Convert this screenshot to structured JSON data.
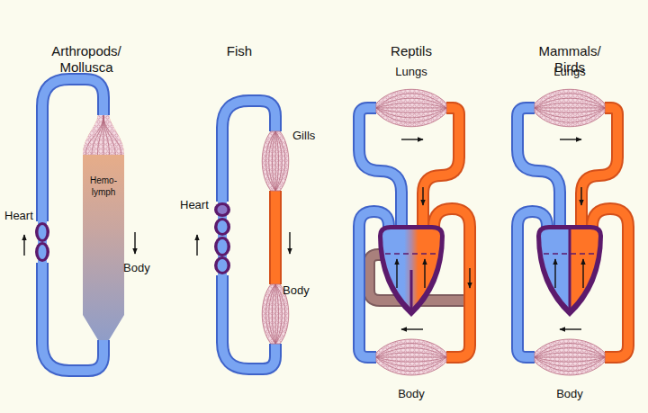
{
  "diagram": {
    "nodes": [
      {
        "text": [
          "Heart"
        ]
      },
      {
        "text": [
          "Hemo- lymph"
        ]
      },
      {
        "text": [
          "Heart"
        ]
      },
      {
        "text": [
          "Gills"
        ]
      },
      {
        "text": [
          "Body"
        ]
      },
      {
        "text": [
          "Lungs"
        ]
      },
      {
        "text": [
          "Body"
        ]
      },
      {
        "text": [
          "Lungs"
        ]
      },
      {
        "text": [
          "Body"
        ]
      }
    ],
    "edges": [
      {
        "from": 0,
        "to": 1,
        "arrow": "none"
      },
      {
        "from": 1,
        "to": 0,
        "arrow": "none"
      },
      {
        "from": 2,
        "to": 3,
        "arrow": "none"
      },
      {
        "from": 3,
        "to": 4,
        "arrow": "none"
      },
      {
        "from": 4,
        "to": 2,
        "arrow": "none"
      },
      {
        "from": 6,
        "to": 5,
        "arrow": "none"
      },
      {
        "from": 5,
        "to": 6,
        "arrow": "none"
      },
      {
        "from": 8,
        "to": 7,
        "arrow": "none"
      },
      {
        "from": 7,
        "to": 8,
        "arrow": "none"
      }
    ],
    "labels": [
      "Arthropods/ Mollusca",
      "Fish",
      "Reptils",
      "Mammals/ Birds",
      "Body"
    ]
  }
}
